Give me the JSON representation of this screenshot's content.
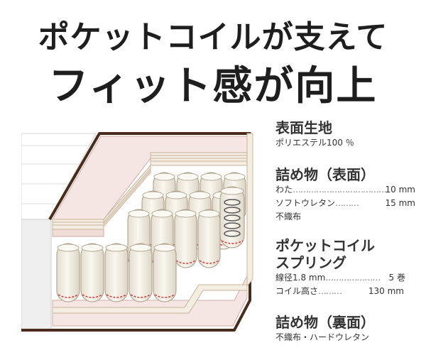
{
  "headline": {
    "line1": "ポケットコイルが支えて",
    "line2": "フィット感が向上"
  },
  "specs": [
    {
      "title": "表面生地",
      "lines": [
        {
          "label": "ポリエステル100 ％"
        }
      ]
    },
    {
      "title": "詰め物（表面）",
      "lines": [
        {
          "label": "わた",
          "leader": "………………………………",
          "value": "10 mm"
        },
        {
          "label": "ソフトウレタン",
          "leader": "………",
          "value": "15 mm"
        },
        {
          "label": "不織布"
        }
      ]
    },
    {
      "title_line1": "ポケットコイル",
      "title_line2": "スプリング",
      "lines": [
        {
          "label": "線径1.8 mm",
          "leader": "…………………",
          "value": "5 巻"
        },
        {
          "label": "コイル高さ",
          "leader": "………",
          "value": "130 mm"
        }
      ]
    },
    {
      "title": "詰め物（裏面）",
      "lines": [
        {
          "label": "不織布・ハードウレタン"
        }
      ]
    }
  ],
  "colors": {
    "outline": "#4a2c1c",
    "pink_layer": "#f6e6e3",
    "coil_fill": "#f3efe6",
    "dashed_red": "#d23a3a"
  }
}
